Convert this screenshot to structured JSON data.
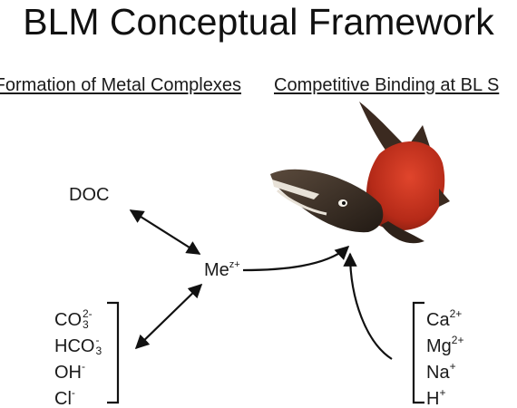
{
  "title": "BLM Conceptual Framework",
  "headings": {
    "left": "Formation of Metal Complexes",
    "right": "Competitive Binding at BL S"
  },
  "terms": {
    "doc": "DOC",
    "metal": {
      "base": "Me",
      "charge": "z+"
    }
  },
  "ligands": [
    {
      "base": "CO",
      "sub": "3",
      "sup": "2-"
    },
    {
      "base": "HCO",
      "sub": "3",
      "sup": "-"
    },
    {
      "base": "OH",
      "sup": "-"
    },
    {
      "base": "Cl",
      "sup": "-"
    }
  ],
  "cations": [
    {
      "base": "Ca",
      "sup": "2+"
    },
    {
      "base": "Mg",
      "sup": "2+"
    },
    {
      "base": "Na",
      "sup": "+"
    },
    {
      "base": "H",
      "sup": "+"
    }
  ],
  "colors": {
    "fish_body": "#c8321e",
    "fish_head": "#3a3028",
    "arrows": "#111111"
  },
  "icons": {
    "organism": "salmon-fish-icon"
  }
}
